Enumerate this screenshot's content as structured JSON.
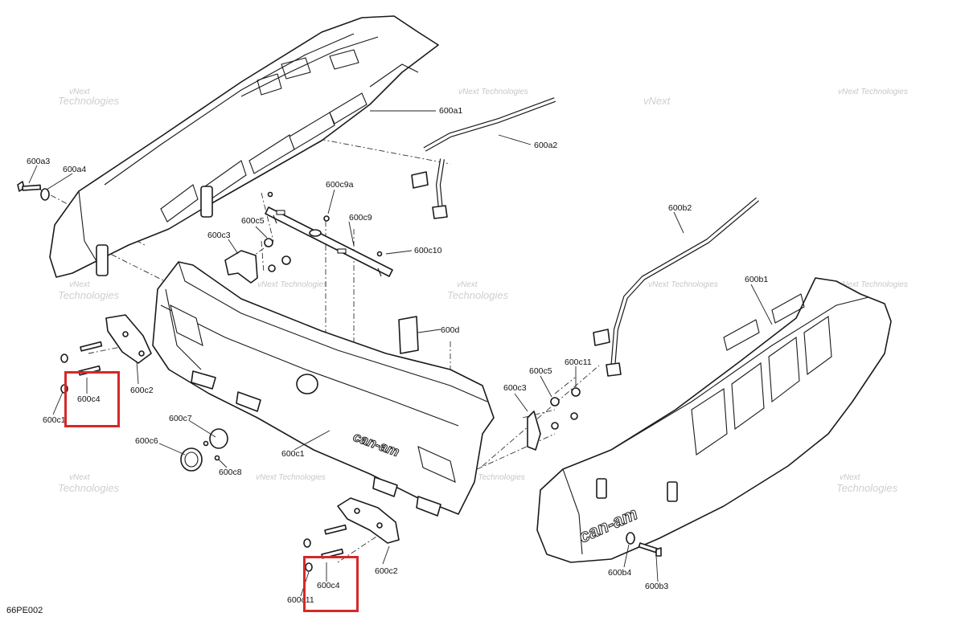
{
  "diagram_code": "66PE002",
  "brand_logo_text": "can-am",
  "watermark": {
    "line1": "vNext",
    "line2": "Technologies",
    "full": "vNext Technologies"
  },
  "callouts": {
    "p600a1": "600a1",
    "p600a2": "600a2",
    "p600a3": "600a3",
    "p600a4": "600a4",
    "p600b1": "600b1",
    "p600b2": "600b2",
    "p600b3": "600b3",
    "p600b4": "600b4",
    "p600c1": "600c1",
    "p600c1_left": "600c1",
    "p600c2_left": "600c2",
    "p600c2_bottom": "600c2",
    "p600c3_left": "600c3",
    "p600c3_right": "600c3",
    "p600c4_left": "600c4",
    "p600c4_bottom": "600c4",
    "p600c5_left": "600c5",
    "p600c5_right": "600c5",
    "p600c6": "600c6",
    "p600c7": "600c7",
    "p600c8": "600c8",
    "p600c9": "600c9",
    "p600c9a": "600c9a",
    "p600c10": "600c10",
    "p600c11_right": "600c11",
    "p600c11_bottom": "600c11",
    "p600d": "600d"
  },
  "highlight_color": "#d62828",
  "line_color": "#1a1a1a"
}
